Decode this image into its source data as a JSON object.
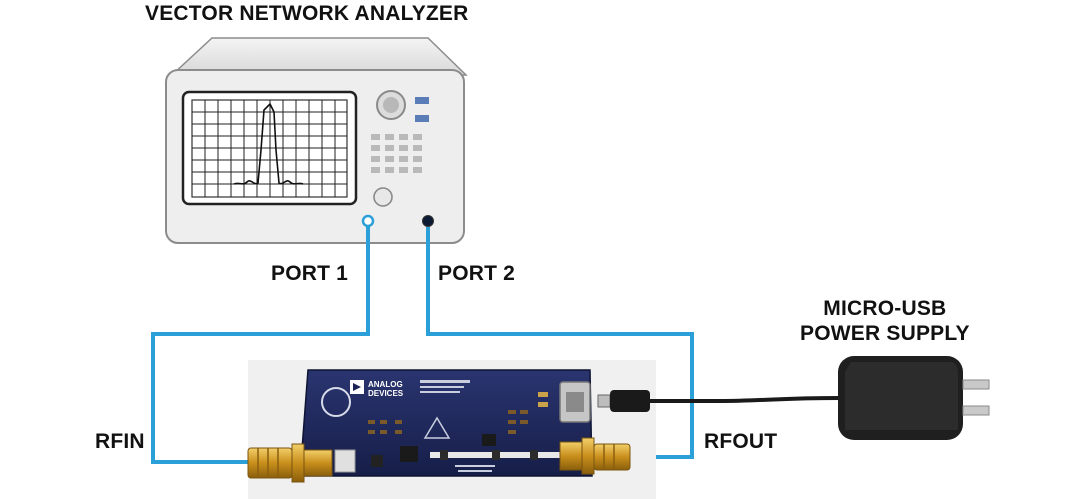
{
  "title": "VECTOR NETWORK ANALYZER",
  "ports": {
    "port1": "PORT 1",
    "port2": "PORT 2"
  },
  "connectors": {
    "rfin": "RFIN",
    "rfout": "RFOUT"
  },
  "power_supply": {
    "line1": "MICRO-USB",
    "line2": "POWER SUPPLY"
  },
  "board": {
    "brand_line1": "ANALOG",
    "brand_line2": "DEVICES"
  },
  "colors": {
    "cable": "#2a9fd8",
    "board": "#1b2455",
    "connector": "#d4a020",
    "psu": "#1a1a1a"
  }
}
